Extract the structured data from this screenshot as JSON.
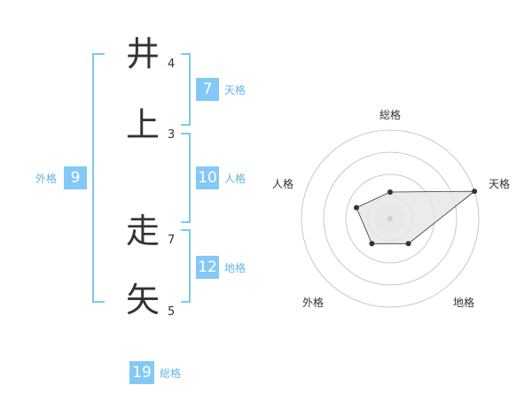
{
  "name_chars": [
    {
      "char": "井",
      "strokes": "4"
    },
    {
      "char": "上",
      "strokes": "3"
    },
    {
      "char": "走",
      "strokes": "7"
    },
    {
      "char": "矢",
      "strokes": "5"
    }
  ],
  "fortunes": {
    "tenkaku": {
      "value": "7",
      "label": "天格"
    },
    "jinkaku": {
      "value": "10",
      "label": "人格"
    },
    "chikaku": {
      "value": "12",
      "label": "地格"
    },
    "gaikaku": {
      "value": "9",
      "label": "外格"
    },
    "soukaku": {
      "value": "19",
      "label": "総格"
    }
  },
  "chart_data": {
    "type": "radar",
    "axes": [
      "総格",
      "天格",
      "地格",
      "外格",
      "人格"
    ],
    "values": [
      0.3,
      1.0,
      0.35,
      0.35,
      0.4
    ],
    "rings": 4,
    "colors": {
      "fill": "#e6e6e6",
      "line": "#333333",
      "ring": "#bbbbbb",
      "center": "#cccccc"
    }
  },
  "colors": {
    "accent": "#84c9f5",
    "bracket": "#7ec8f2",
    "label": "#63b5e8",
    "text": "#333333"
  }
}
